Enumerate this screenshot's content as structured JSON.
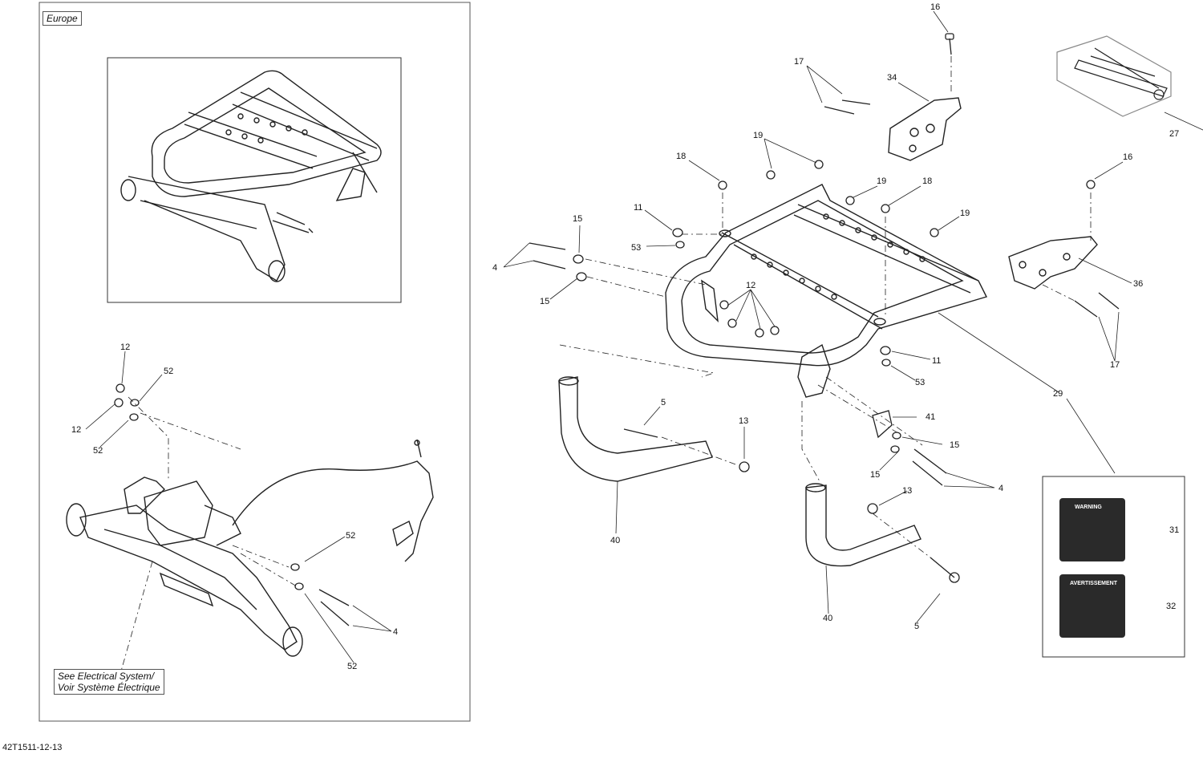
{
  "region_label": "Europe",
  "electrical_note_line1": "See Electrical System/",
  "electrical_note_line2": "Voir Système Électrique",
  "diagram_id": "42T1511-12-13",
  "labels": {
    "warning_title": "WARNING",
    "avertissement_title": "AVERTISSEMENT"
  },
  "callouts": [
    {
      "id": "c16a",
      "text": "16"
    },
    {
      "id": "c17a",
      "text": "17"
    },
    {
      "id": "c34",
      "text": "34"
    },
    {
      "id": "c27",
      "text": "27"
    },
    {
      "id": "c19a",
      "text": "19"
    },
    {
      "id": "c18a",
      "text": "18"
    },
    {
      "id": "c19b",
      "text": "19"
    },
    {
      "id": "c18b",
      "text": "18"
    },
    {
      "id": "c19c",
      "text": "19"
    },
    {
      "id": "c16b",
      "text": "16"
    },
    {
      "id": "c11a",
      "text": "11"
    },
    {
      "id": "c15a",
      "text": "15"
    },
    {
      "id": "c53a",
      "text": "53"
    },
    {
      "id": "c4a",
      "text": "4"
    },
    {
      "id": "c15b",
      "text": "15"
    },
    {
      "id": "c12a",
      "text": "12"
    },
    {
      "id": "c36",
      "text": "36"
    },
    {
      "id": "c11b",
      "text": "11"
    },
    {
      "id": "c53b",
      "text": "53"
    },
    {
      "id": "c17b",
      "text": "17"
    },
    {
      "id": "c29",
      "text": "29"
    },
    {
      "id": "c5a",
      "text": "5"
    },
    {
      "id": "c13a",
      "text": "13"
    },
    {
      "id": "c41",
      "text": "41"
    },
    {
      "id": "c15c",
      "text": "15"
    },
    {
      "id": "c15d",
      "text": "15"
    },
    {
      "id": "c4b",
      "text": "4"
    },
    {
      "id": "c13b",
      "text": "13"
    },
    {
      "id": "c40a",
      "text": "40"
    },
    {
      "id": "c31",
      "text": "31"
    },
    {
      "id": "c32",
      "text": "32"
    },
    {
      "id": "c40b",
      "text": "40"
    },
    {
      "id": "c5b",
      "text": "5"
    },
    {
      "id": "c12b",
      "text": "12"
    },
    {
      "id": "c52a",
      "text": "52"
    },
    {
      "id": "c12c",
      "text": "12"
    },
    {
      "id": "c52b",
      "text": "52"
    },
    {
      "id": "c52c",
      "text": "52"
    },
    {
      "id": "c4c",
      "text": "4"
    },
    {
      "id": "c52d",
      "text": "52"
    }
  ]
}
